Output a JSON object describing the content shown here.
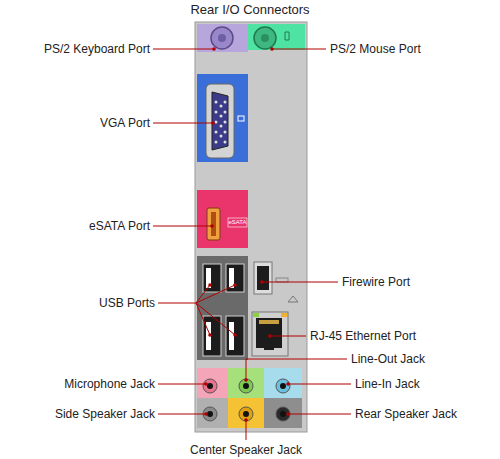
{
  "diagram": {
    "title": "Rear I/O Connectors",
    "labels": [
      "PS/2 Keyboard Port",
      "PS/2 Mouse Port",
      "VGA Port",
      "eSATA",
      "eSATA Port",
      "Firewire Port",
      "USB Ports",
      "RJ-45 Ethernet Port",
      "Line-Out Jack",
      "Microphone Jack",
      "Line-In Jack",
      "Side Speaker Jack",
      "Rear Speaker Jack",
      "Center Speaker Jack"
    ]
  }
}
